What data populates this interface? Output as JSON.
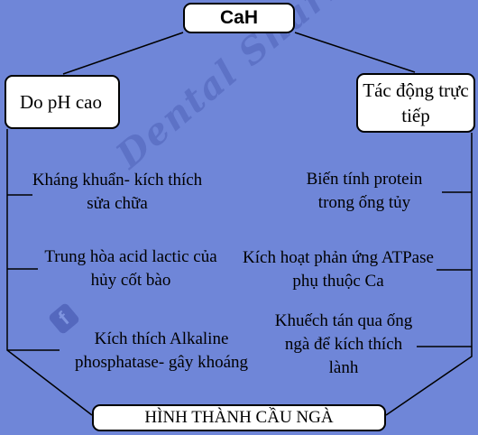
{
  "top": "CaH",
  "left_branch": {
    "title": "Do pH cao",
    "items": [
      "Kháng khuẩn- kích thích sửa chữa",
      "Trung hòa acid lactic của hủy cốt bào",
      "Kích thích Alkaline phosphatase- gây khoáng"
    ]
  },
  "right_branch": {
    "title": "Tác động trực tiếp",
    "items": [
      "Biến tính protein trong ống tủy",
      "Kích hoạt phản ứng ATPase phụ thuộc Ca",
      "Khuếch tán qua ống ngà để kích thích lành"
    ]
  },
  "bottom": "HÌNH THÀNH CẦU NGÀ",
  "watermark": "Dental Sharing",
  "colors": {
    "background": "#6f86d8",
    "box_fill": "#ffffff",
    "lines": "#000000"
  }
}
